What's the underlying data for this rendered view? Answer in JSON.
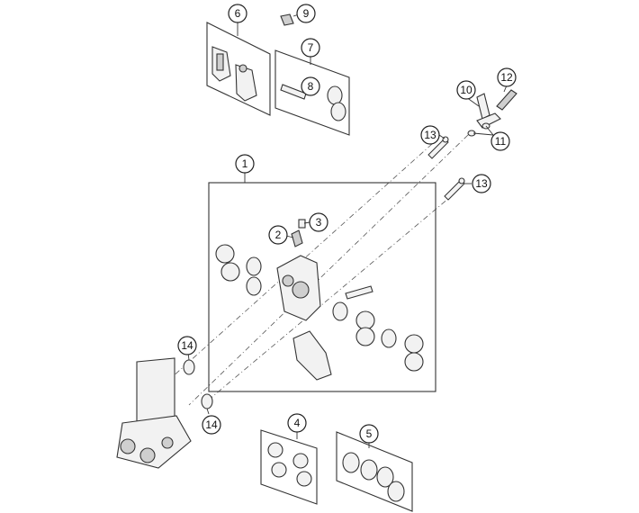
{
  "callouts": [
    {
      "label": "1"
    },
    {
      "label": "2"
    },
    {
      "label": "3"
    },
    {
      "label": "4"
    },
    {
      "label": "5"
    },
    {
      "label": "6"
    },
    {
      "label": "7"
    },
    {
      "label": "8"
    },
    {
      "label": "9"
    },
    {
      "label": "10"
    },
    {
      "label": "11"
    },
    {
      "label": "12"
    },
    {
      "label": "13"
    },
    {
      "label": "13"
    },
    {
      "label": "14"
    },
    {
      "label": "14"
    }
  ]
}
